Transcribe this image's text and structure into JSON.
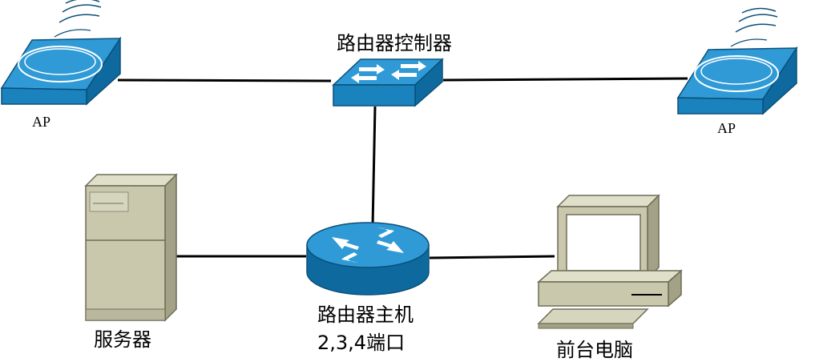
{
  "labels": {
    "ap_left": "AP",
    "ap_right": "AP",
    "controller": "路由器控制器",
    "server": "服务器",
    "router_line1": "路由器主机",
    "router_line2": "2,3,4端口",
    "pc": "前台电脑"
  },
  "colors": {
    "device_blue_top": "#2f9ad6",
    "device_blue_side": "#0e6a9e",
    "beige": "#c9c8ad",
    "beige_dark": "#8f8e73",
    "link": "#000000"
  },
  "icons": {
    "ap": "wireless-access-point-icon",
    "controller": "switch-icon",
    "router": "router-icon",
    "server": "server-tower-icon",
    "pc": "desktop-computer-icon"
  }
}
